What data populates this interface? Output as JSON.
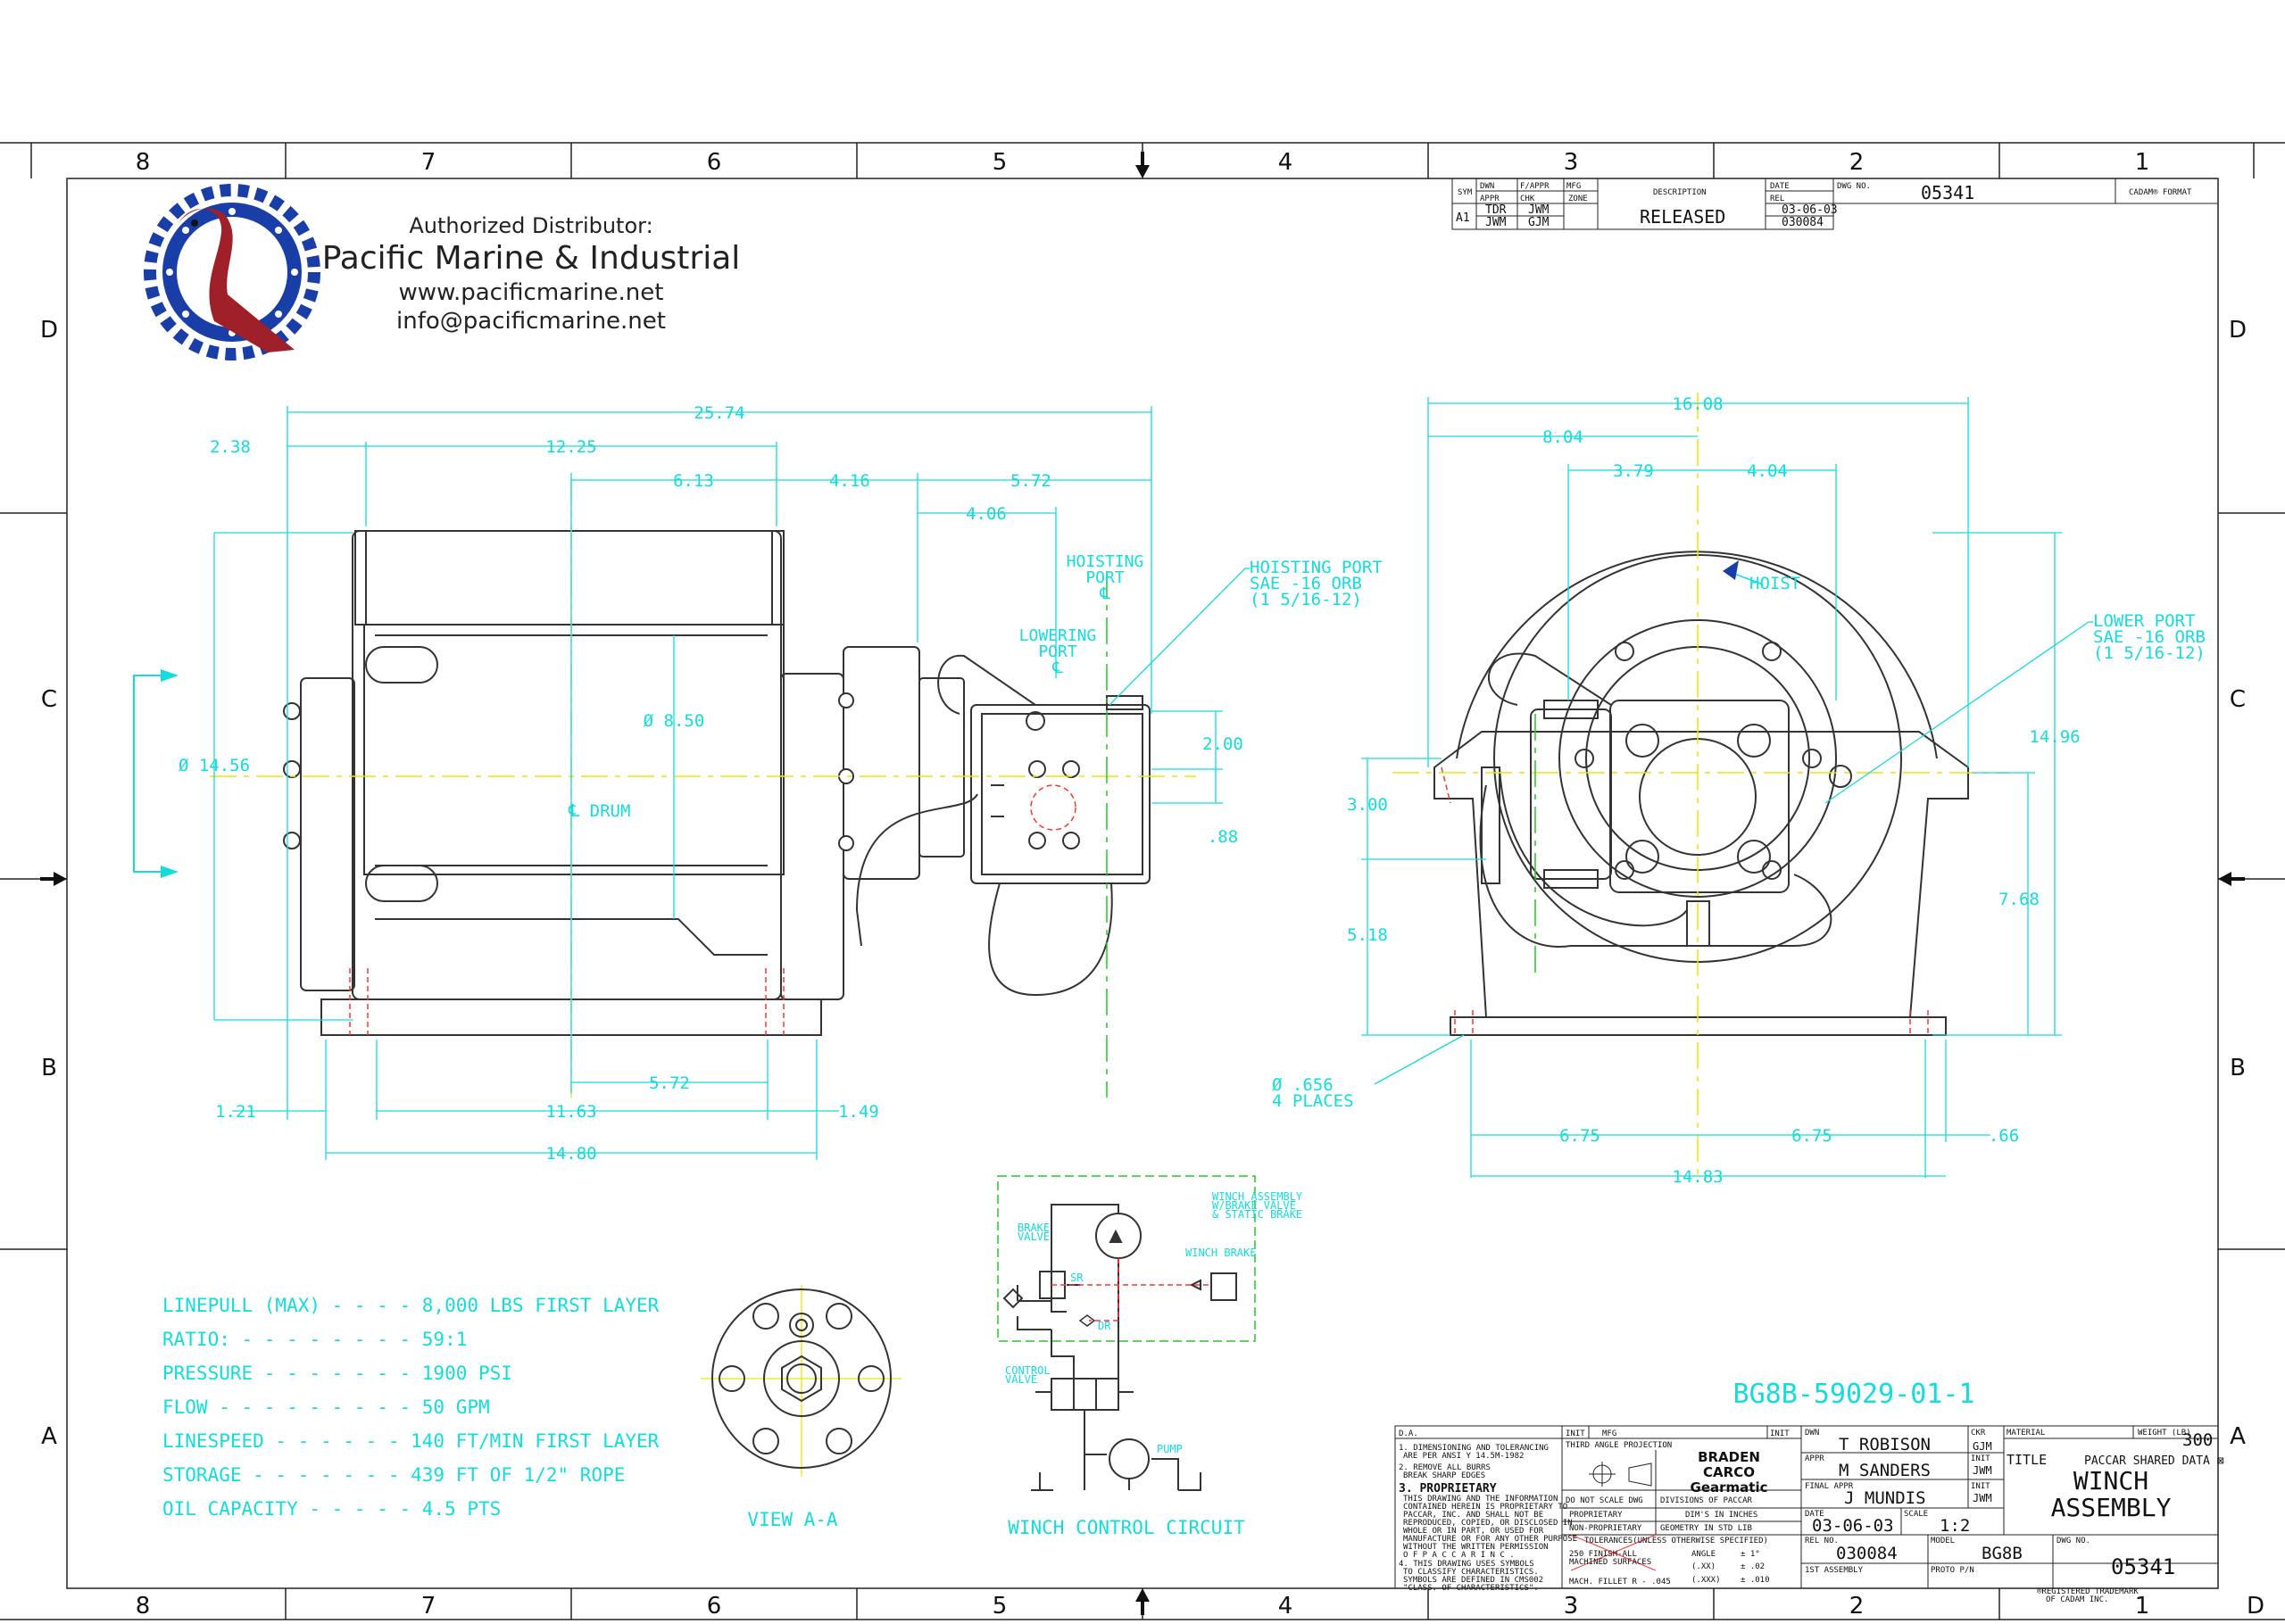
{
  "colors": {
    "dimension": "#14dcdc",
    "line": "#222222",
    "hidden": "#ff3333",
    "circuit": "#22cc22",
    "accent": "#1a3ea8"
  },
  "distributor": {
    "heading": "Authorized Distributor:",
    "company": "Pacific Marine & Industrial",
    "website": "www.pacificmarine.net",
    "email": "info@pacificmarine.net",
    "logo_icon": "pelican-gear-logo-icon"
  },
  "zones": {
    "columns": [
      "8",
      "7",
      "6",
      "5",
      "4",
      "3",
      "2",
      "1"
    ],
    "rows_left": [
      "D",
      "C",
      "B",
      "A"
    ],
    "rows_right": [
      "D",
      "C",
      "B",
      "A"
    ],
    "bottom_corner": "D"
  },
  "revision": {
    "headers": {
      "sym": "SYM",
      "dwn": "DWN",
      "fappr": "F/APPR",
      "mfg": "MFG",
      "appr": "APPR",
      "chk": "CHK",
      "zone": "ZONE",
      "description": "DESCRIPTION",
      "date": "DATE",
      "rel": "REL",
      "dwg_no": "DWG NO."
    },
    "sym": "A1",
    "dwn": "TDR",
    "fappr": "JWM",
    "appr": "JWM",
    "chk": "GJM",
    "description": "RELEASED",
    "date": "03-06-03",
    "rel": "030084",
    "dwg_no": "05341",
    "format": "CADAM® FORMAT"
  },
  "front_view": {
    "dims": [
      "25.74",
      "2.38",
      "12.25",
      "6.13",
      "4.16",
      "5.72",
      "4.06",
      "Ø 14.56",
      "Ø 8.50",
      "2.00",
      ".88",
      "1.21",
      "11.63",
      "1.49",
      "5.72",
      "14.80"
    ],
    "centerline": "℄ DRUM",
    "hoisting_port": [
      "HOISTING",
      "PORT",
      "℄"
    ],
    "lowering_port": [
      "LOWERING",
      "PORT",
      "℄"
    ],
    "hoisting_port_note": [
      "HOISTING PORT",
      "SAE -16 ORB",
      "(1 5/16-12)"
    ]
  },
  "side_view": {
    "dims": [
      "16.08",
      "8.04",
      "3.79",
      "4.04",
      "14.96",
      "3.00",
      "5.18",
      "7.68",
      "6.75",
      "6.75",
      ".66",
      "14.83"
    ],
    "hoist_label": "HOIST",
    "lower_port_note": [
      "LOWER PORT",
      "SAE -16 ORB",
      "(1 5/16-12)"
    ],
    "hole_note": [
      "Ø .656",
      "4 PLACES"
    ]
  },
  "specs": [
    "LINEPULL (MAX) - - - - 8,000 LBS FIRST LAYER",
    "RATIO: - - - - - - - - 59:1",
    "PRESSURE - - - - - - - 1900 PSI",
    "FLOW - - - - - - - - - 50 GPM",
    "LINESPEED  - - - - - - 140 FT/MIN FIRST LAYER",
    "STORAGE  - - - - - - - 439 FT OF 1/2\" ROPE",
    "OIL CAPACITY - - - - - 4.5 PTS"
  ],
  "view_aa_label": "VIEW A-A",
  "circuit": {
    "caption": "WINCH CONTROL CIRCUIT",
    "assembly_note": [
      "WINCH ASSEMBLY",
      "W/BRAKE VALVE",
      "& STATIC BRAKE"
    ],
    "brake_valve": [
      "BRAKE",
      "VALVE"
    ],
    "winch_brake": "WINCH BRAKE",
    "control_valve": [
      "CONTROL",
      "VALVE"
    ],
    "pump": "PUMP",
    "valve_marks": [
      "SR",
      "DR"
    ]
  },
  "model_callout": "BG8B-59029-01-1",
  "title_block": {
    "notes_header": "D.A.",
    "notes": [
      "1. DIMENSIONING AND TOLERANCING",
      "ARE PER ANSI Y 14.5M-1982",
      "2. REMOVE ALL BURRS",
      "BREAK SHARP EDGES",
      "3. PROPRIETARY",
      "THIS DRAWING AND THE INFORMATION",
      "CONTAINED HEREIN IS PROPRIETARY TO",
      "PACCAR, INC. AND SHALL NOT BE",
      "REPRODUCED, COPIED, OR DISCLOSED IN",
      "WHOLE OR IN PART, OR USED FOR",
      "MANUFACTURE OR FOR ANY OTHER PURPOSE",
      "WITHOUT THE WRITTEN PERMISSION",
      "O F   P A C C A R   I N C .",
      "4. THIS DRAWING USES SYMBOLS",
      "TO CLASSIFY CHARACTERISTICS.",
      "SYMBOLS ARE DEFINED IN CMS002",
      "\"CLASS. OF CHARACTERISTICS\"."
    ],
    "init": "INIT",
    "mfg": "MFG",
    "projection": "THIRD ANGLE PROJECTION",
    "do_not_scale": "DO NOT SCALE DWG",
    "proprietary": "PROPRIETARY",
    "non_proprietary": "NON-PROPRIETARY",
    "brands": [
      "BRADEN",
      "CARCO",
      "Gearmatic"
    ],
    "divisions": "DIVISIONS OF PACCAR",
    "dims_in": "DIM'S IN INCHES",
    "geometry": "GEOMETRY IN STD LIB",
    "tolerances": "TOLERANCES(UNLESS OTHERWISE SPECIFIED)",
    "finish": [
      "250 FINISH-ALL",
      "MACHINED SURFACES"
    ],
    "mach_fillet": "MACH. FILLET R - .045",
    "tol_rows": [
      {
        "label": "ANGLE",
        "value": "± 1°"
      },
      {
        "label": "(.XX)",
        "value": "± .02"
      },
      {
        "label": "(.XXX)",
        "value": "± .010"
      }
    ],
    "dwn_label": "DWN",
    "dwn": "T ROBISON",
    "chk_label": "CKR",
    "chk": "GJM",
    "appr_label": "APPR",
    "appr": "M SANDERS",
    "init_appr": "JWM",
    "final_appr_label": "FINAL APPR",
    "final_appr": "J MUNDIS",
    "init_final": "JWM",
    "date_label": "DATE",
    "date": "03-06-03",
    "scale_label": "SCALE",
    "scale": "1:2",
    "material_label": "MATERIAL",
    "weight_label": "WEIGHT (LB)",
    "weight": "300",
    "title_label": "TITLE",
    "shared": "PACCAR SHARED DATA ⊠",
    "title": [
      "WINCH",
      "ASSEMBLY"
    ],
    "rel_no_label": "REL NO.",
    "rel_no": "030084",
    "model_label": "MODEL",
    "model": "BG8B",
    "dwg_no_label": "DWG NO.",
    "dwg_no": "05341",
    "first_assembly": "1ST ASSEMBLY",
    "proto": "PROTO P/N",
    "trademark": [
      "®REGISTERED TRADEMARK",
      "OF CADAM INC."
    ]
  }
}
